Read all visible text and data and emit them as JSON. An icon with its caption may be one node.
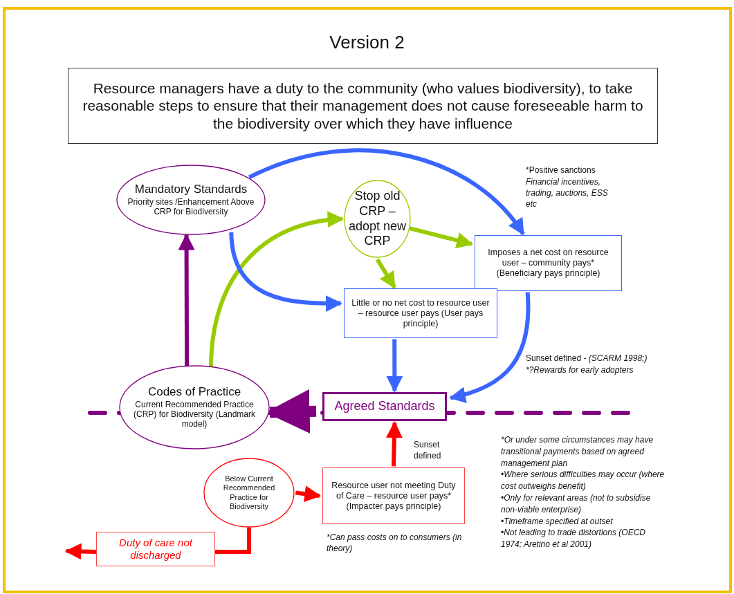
{
  "diagram": {
    "title": "Version 2",
    "nodes": [
      {
        "text": [
          "Resource managers have a duty to the community (who values biodiversity), to take reasonable steps to ensure that their management does not cause foreseeable harm to the biodiversity over which they have influence"
        ]
      },
      {
        "text": [
          "Mandatory Standards",
          "Priority sites /Enhancement Above CRP for Biodiversity"
        ]
      },
      {
        "text": [
          "Stop old CRP – adopt new CRP"
        ]
      },
      {
        "text": [
          "Imposes a net cost on resource user – community pays* (Beneficiary pays principle)"
        ]
      },
      {
        "text": [
          "Little or no net cost to resource user – resource user pays (User pays principle)"
        ]
      },
      {
        "text": [
          "Codes of Practice",
          "Current Recommended Practice (CRP) for Biodiversity (Landmark model)"
        ]
      },
      {
        "text": [
          "Agreed Standards"
        ]
      },
      {
        "text": [
          "Below Current Recommended Practice for Biodiversity"
        ]
      },
      {
        "text": [
          "Resource user not meeting Duty of Care – resource user pays* (Impacter pays principle)"
        ]
      },
      {
        "text": [
          "Duty of care not discharged"
        ]
      }
    ],
    "edges": [
      {
        "from": 5,
        "to": 1,
        "arrow": "to",
        "color": "#800080"
      },
      {
        "from": 5,
        "to": 2,
        "arrow": "to",
        "color": "#99cc00"
      },
      {
        "from": 1,
        "to": 4,
        "arrow": "to"
      },
      {
        "from": 1,
        "to": 3,
        "arrow": "to"
      },
      {
        "from": 2,
        "to": 4,
        "arrow": "to",
        "color": "#99cc00"
      },
      {
        "from": 2,
        "to": 3,
        "arrow": "to",
        "color": "#99cc00"
      },
      {
        "from": 4,
        "to": 6,
        "arrow": "to"
      },
      {
        "from": 3,
        "to": 6,
        "arrow": "to"
      },
      {
        "from": 8,
        "to": 6,
        "arrow": "to",
        "color": "#ff0000"
      },
      {
        "from": 7,
        "to": 8,
        "arrow": "to",
        "color": "#ff0000"
      },
      {
        "from": 7,
        "to": 9,
        "arrow": "none",
        "color": "#ff0000"
      },
      {
        "from": 9,
        "to": null,
        "arrow": "to",
        "color": "#ff0000"
      },
      {
        "from": 6,
        "to": 5,
        "arrow": "to",
        "style": "thick",
        "color": "#800080"
      }
    ],
    "labels": [
      "*Positive sanctions",
      "Financial incentives, trading, auctions, ESS etc",
      "Sunset defined - *(SCARM 1998;)*",
      "*?Rewards for early adopters",
      "Sunset defined",
      "*Can pass costs on to consumers (in theory)",
      "*Or under some circumstances may have transitional payments based on agreed management plan",
      "•Where serious difficulties may occur (where cost outweighs benefit)",
      "•Only for relevant areas (not to subsidise non-viable enterprise)",
      "•Timeframe specified at outset",
      "•Not leading to trade distortions (OECD 1974; Aretino et al 2001)"
    ]
  }
}
